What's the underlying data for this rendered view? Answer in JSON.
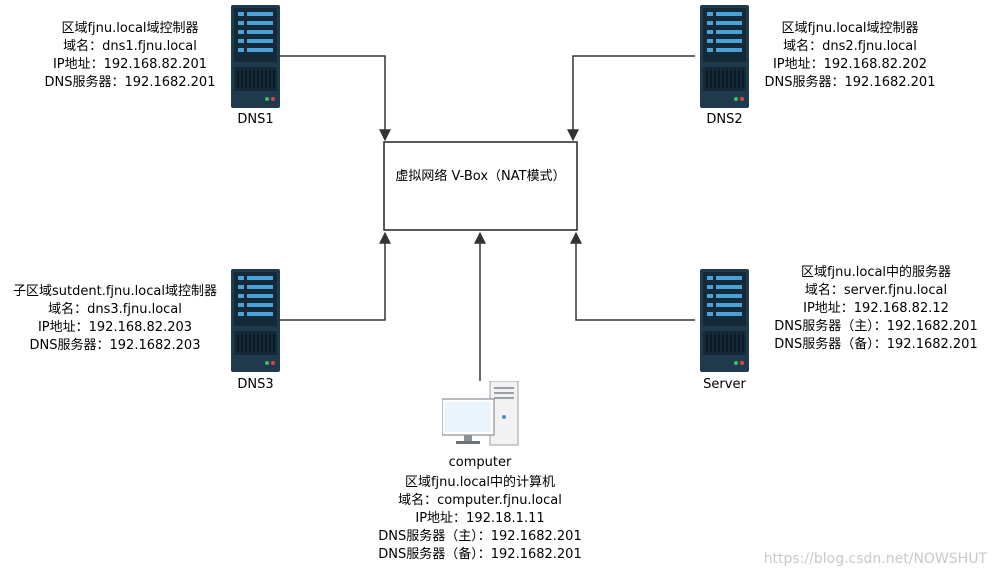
{
  "center": {
    "line1": "虚拟网络",
    "line2": "V-Box（NAT模式）"
  },
  "dns1": {
    "name": "DNS1",
    "lines": [
      "区域fjnu.local域控制器",
      "域名：dns1.fjnu.local",
      "IP地址：192.168.82.201",
      "DNS服务器：192.1682.201"
    ]
  },
  "dns2": {
    "name": "DNS2",
    "lines": [
      "区域fjnu.local域控制器",
      "域名：dns2.fjnu.local",
      "IP地址：192.168.82.202",
      "DNS服务器：192.1682.201"
    ]
  },
  "dns3": {
    "name": "DNS3",
    "lines": [
      "子区域sutdent.fjnu.local域控制器",
      "域名：dns3.fjnu.local",
      "IP地址：192.168.82.203",
      "DNS服务器：192.1682.203"
    ]
  },
  "server": {
    "name": "Server",
    "lines": [
      "区域fjnu.local中的服务器",
      "域名：server.fjnu.local",
      "IP地址：192.168.82.12",
      "DNS服务器（主）：192.1682.201",
      "DNS服务器（备）：192.1682.201"
    ]
  },
  "computer": {
    "name": "computer",
    "lines": [
      "区域fjnu.local中的计算机",
      "域名：computer.fjnu.local",
      "IP地址：192.18.1.11",
      "DNS服务器（主）：192.1682.201",
      "DNS服务器（备）：192.1682.201"
    ]
  },
  "watermark": "https://blog.csdn.net/NOWSHUT",
  "colors": {
    "server_body": "#1f3a4d",
    "server_dark": "#152a38",
    "server_bar": "#4aa3d8",
    "led_green": "#3fbf5f",
    "led_red": "#e0453f",
    "line": "#333333"
  }
}
